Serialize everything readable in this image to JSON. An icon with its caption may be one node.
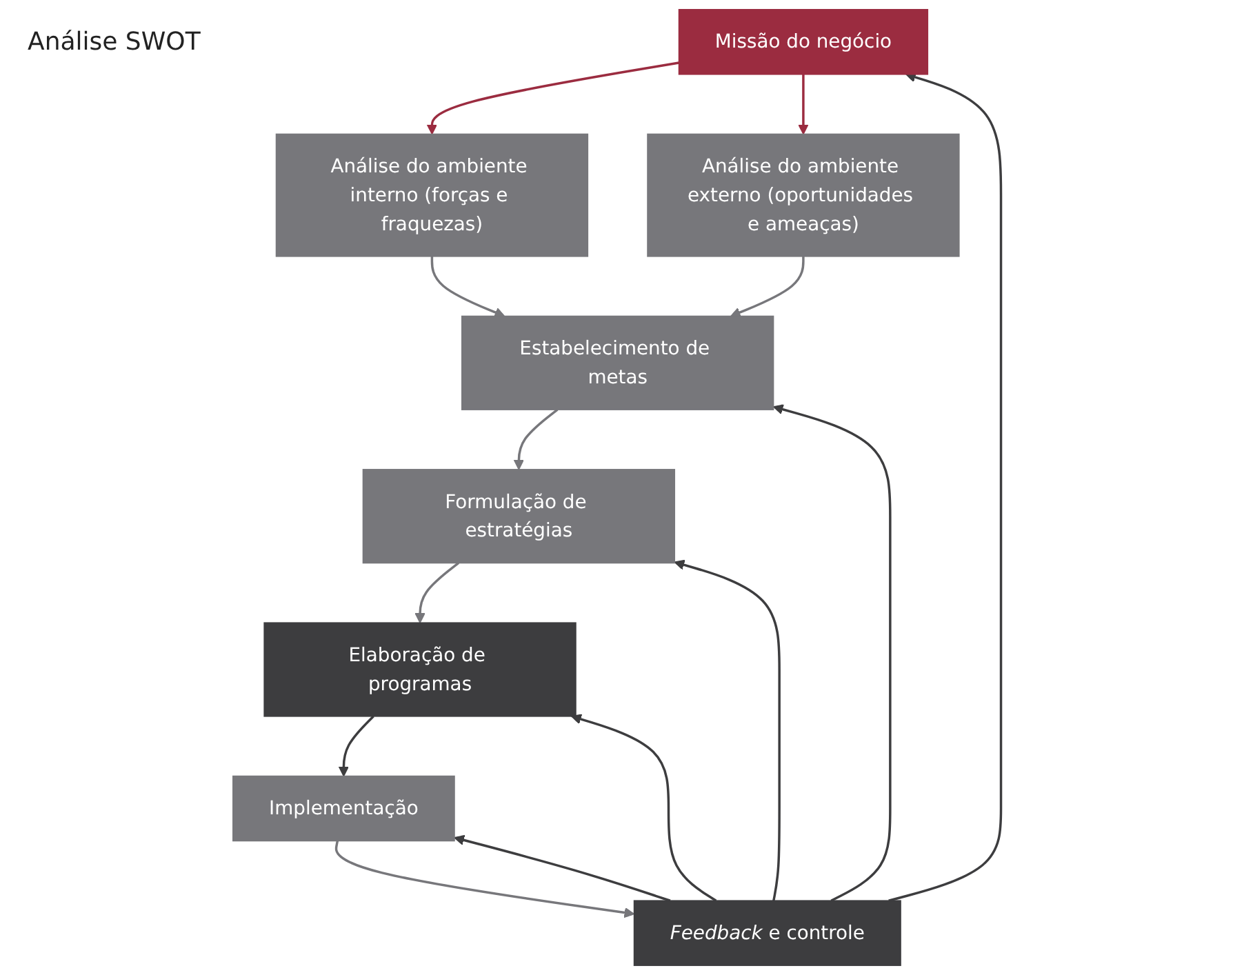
{
  "diagram": {
    "nodes": [
      {
        "text": [
          "Missão do negócio"
        ]
      },
      {
        "text": [
          "Análise do ambiente interno (forças e fraquezas)"
        ]
      },
      {
        "text": [
          "Análise do ambiente externo (oportunidades e ameaças)"
        ]
      },
      {
        "text": [
          "Estabelecimento de metas"
        ]
      },
      {
        "text": [
          "Formulação de estratégias"
        ]
      },
      {
        "text": [
          "Elaboração de programas"
        ]
      },
      {
        "text": [
          "Implementação"
        ]
      },
      {
        "text": [
          "*Feedback* e controle"
        ]
      }
    ],
    "edges": [
      {
        "from": 0,
        "to": 1,
        "arrow": "to",
        "color": "#9b2c40"
      },
      {
        "from": 0,
        "to": 2,
        "arrow": "to",
        "color": "#9b2c40"
      },
      {
        "from": 1,
        "to": 3,
        "arrow": "to",
        "color": "#77777b"
      },
      {
        "from": 2,
        "to": 3,
        "arrow": "to",
        "color": "#77777b"
      },
      {
        "from": 3,
        "to": 4,
        "arrow": "to",
        "color": "#77777b"
      },
      {
        "from": 4,
        "to": 5,
        "arrow": "to",
        "color": "#77777b"
      },
      {
        "from": 5,
        "to": 6,
        "arrow": "to"
      },
      {
        "from": 6,
        "to": 7,
        "arrow": "to",
        "color": "#77777b"
      },
      {
        "from": 7,
        "to": 0,
        "arrow": "to"
      },
      {
        "from": 7,
        "to": 3,
        "arrow": "to"
      },
      {
        "from": 7,
        "to": 4,
        "arrow": "to"
      },
      {
        "from": 7,
        "to": 5,
        "arrow": "to"
      },
      {
        "from": 7,
        "to": 6,
        "arrow": "to"
      }
    ],
    "labels": [
      "Análise SWOT"
    ]
  }
}
